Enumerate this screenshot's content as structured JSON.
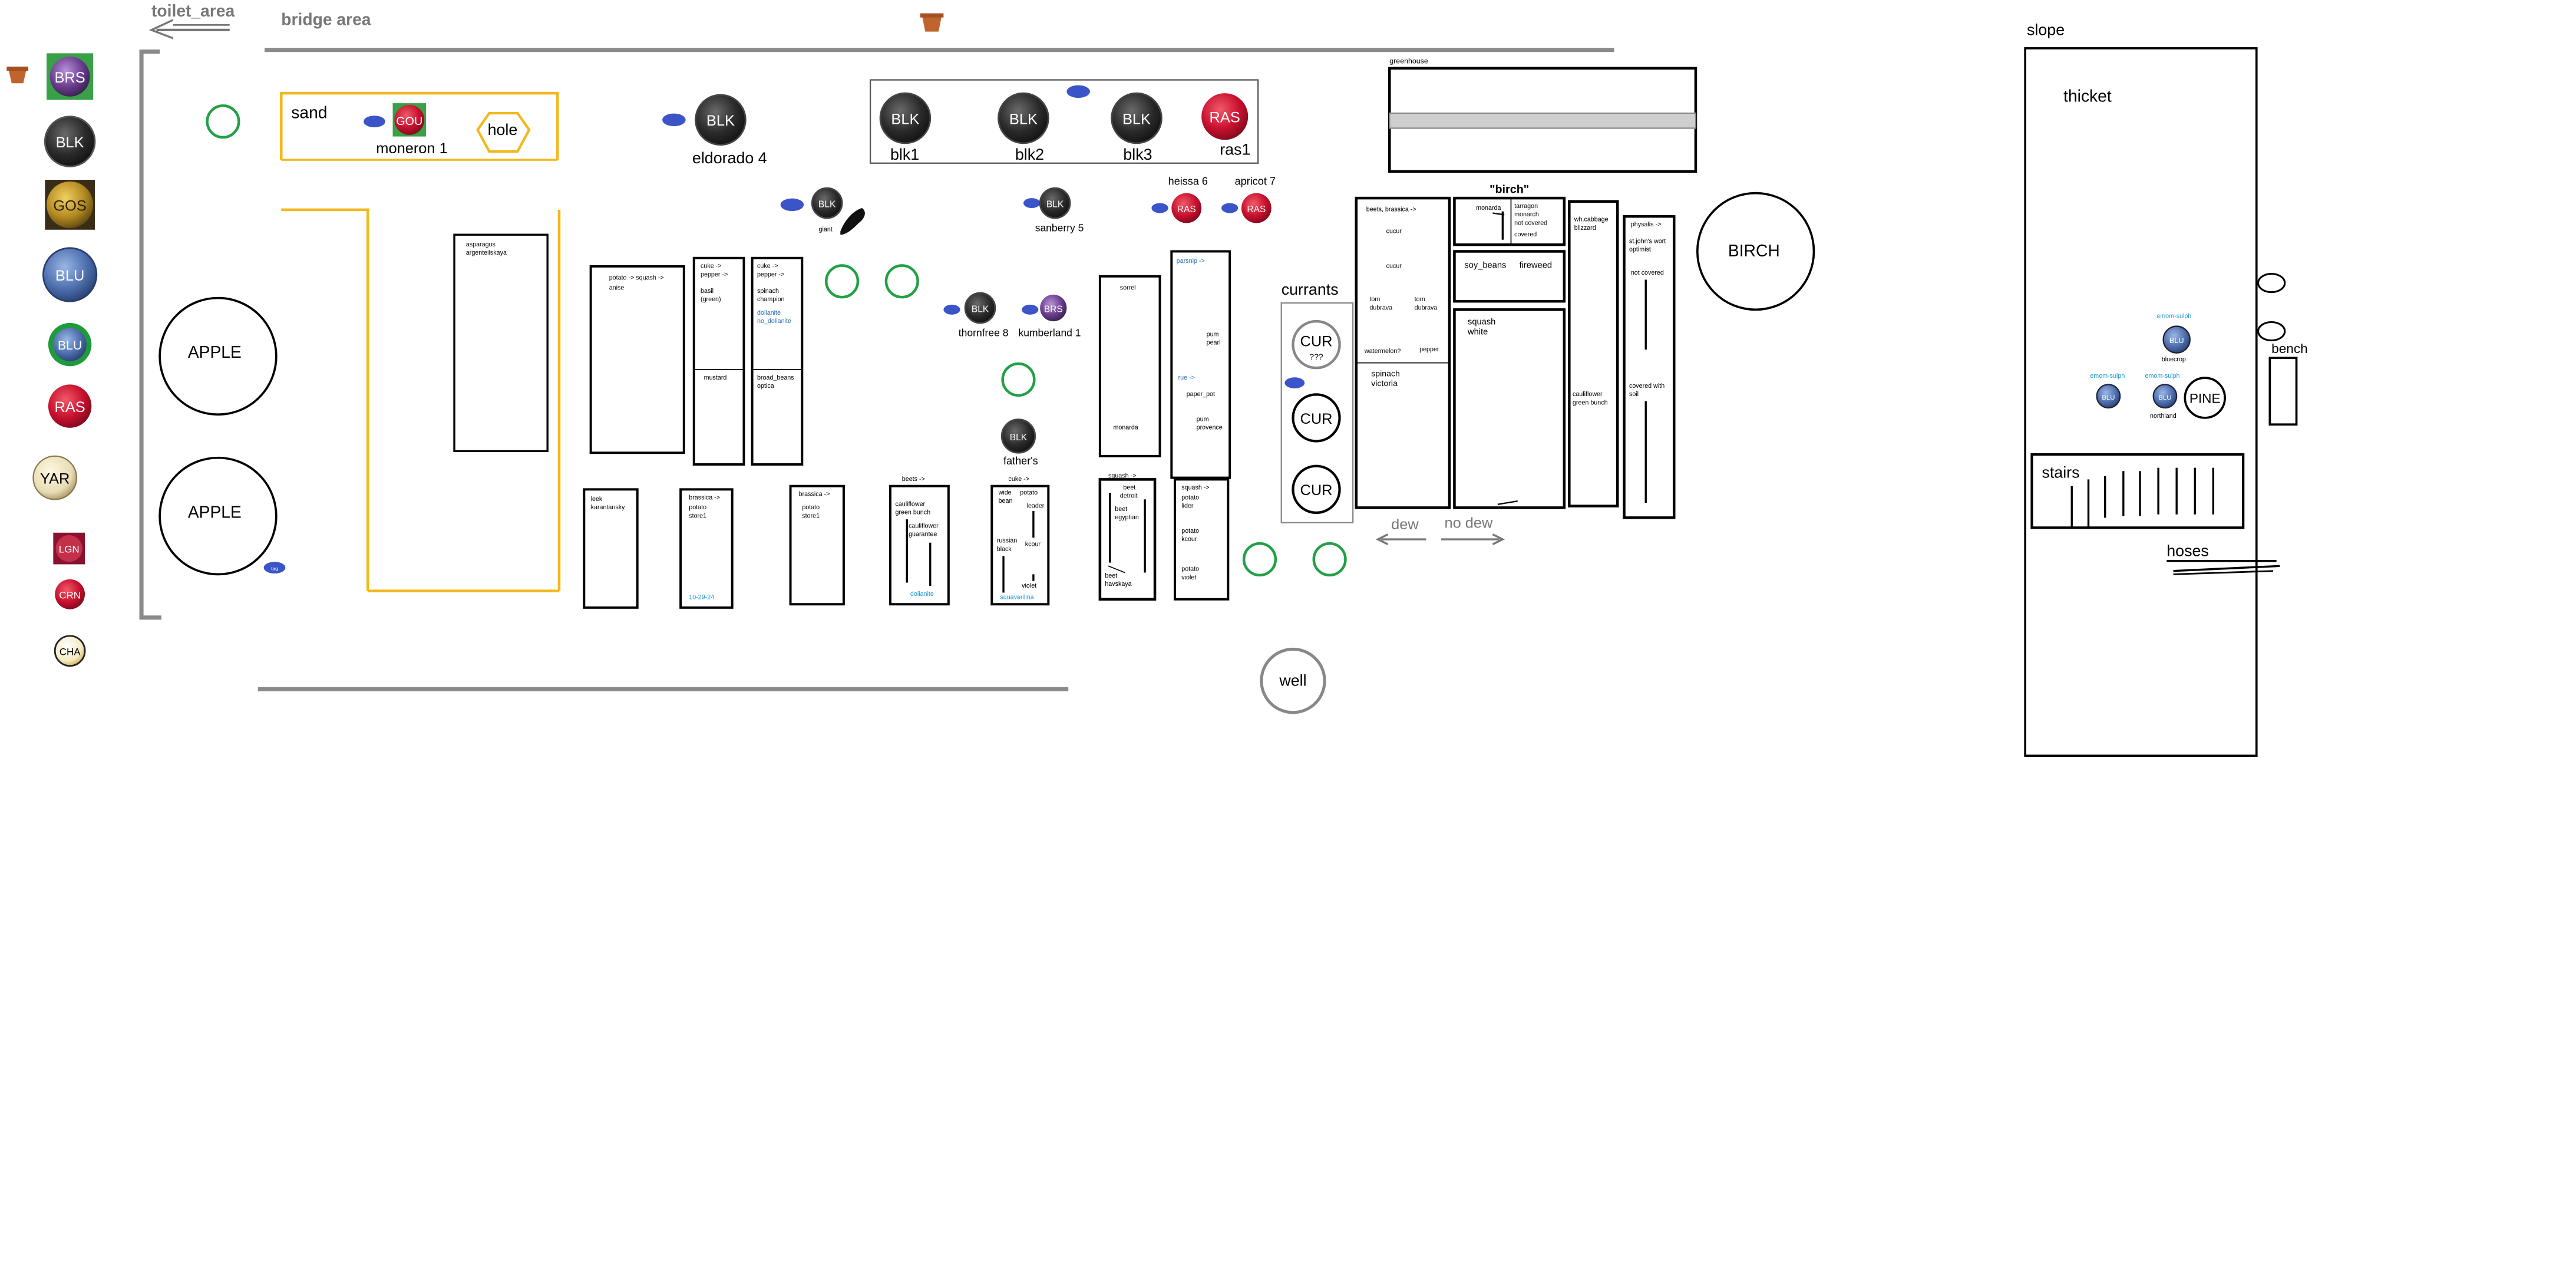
{
  "areas": {
    "toilet_area": "toilet_area",
    "bridge_area": "bridge area",
    "slope": "slope",
    "thicket": "thicket",
    "greenhouse": "greenhouse",
    "sand": "sand",
    "hole": "hole",
    "currants": "currants",
    "birch_quoted": "\"birch\"",
    "birch_tree": "BIRCH",
    "apple": "APPLE",
    "well": "well",
    "stairs": "stairs",
    "hoses": "hoses",
    "bench": "bench",
    "pine": "PINE",
    "dew": "dew",
    "no_dew": "no dew"
  },
  "legend": [
    "BRS",
    "BLK",
    "GOS",
    "BLU",
    "BLU",
    "RAS",
    "YAR",
    "LGN",
    "CRN",
    "CHA"
  ],
  "bushes": {
    "gou": "GOU",
    "blk": "BLK",
    "ras": "RAS",
    "brs": "BRS",
    "cur": "CUR",
    "cur_unknown": "???",
    "tag": "tag"
  },
  "labels": {
    "moneron": "moneron 1",
    "eldorado": "eldorado 4",
    "blk1": "blk1",
    "blk2": "blk2",
    "blk3": "blk3",
    "ras1": "ras1",
    "heissa": "heissa  6",
    "apricot": "apricot  7",
    "giant": "giant",
    "sanberry": "sanberry 5",
    "thornfree": "thornfree  8",
    "kumberland": "kumberland 1",
    "father": "father's",
    "bluecrop": "bluecrop",
    "northland": "northland",
    "emom1": "emom-sulph",
    "emom2": "emom-sulph",
    "emom3": "emom-sulph"
  },
  "beds": {
    "asparagus": [
      "asparagus",
      "argenteilskaya"
    ],
    "potato_squash": [
      "potato -> squash ->",
      "anise"
    ],
    "cuke_pepper_1": [
      "cuke ->",
      "pepper ->",
      "",
      "basil",
      "(green)"
    ],
    "mustard": "mustard",
    "cuke_pepper_2": [
      "cuke ->",
      "pepper ->",
      "",
      "spinach",
      "champion"
    ],
    "dolianite": [
      "dolianite",
      "no_dolianite"
    ],
    "broad_beans": [
      "broad_beans",
      "optica"
    ],
    "sorrel": "sorrel",
    "monarda": "monarda",
    "parsnip": "parsnip ->",
    "pum_pearl": [
      "pum",
      "pearl"
    ],
    "rue": "rue ->",
    "paper_pot": "paper_pot",
    "pum_provence": [
      "pum",
      "provence"
    ],
    "leek": [
      "leek",
      "karantansky"
    ],
    "brassica_1": [
      "brassica ->",
      "",
      "potato",
      "store1"
    ],
    "date_tag": "10-29-24",
    "brassica_2": [
      "brassica ->",
      "",
      "potato",
      "store1"
    ],
    "beets": "beets ->",
    "cauliflower_gb": [
      "cauliflower",
      "green bunch"
    ],
    "cauliflower_guarantee": [
      "cauliflower",
      "guarantee"
    ],
    "dolianite2": "dolianite",
    "cuke_bed": "cuke ->",
    "wide_bean": [
      "wide",
      "bean"
    ],
    "potato_leader": [
      "potato",
      "leader"
    ],
    "russian_black": [
      "russian",
      "black"
    ],
    "kcour": "kcour",
    "violet": "violet",
    "squaverilina": "squaverilina",
    "squash_bed": "squash ->",
    "beet_detroit": [
      "beet",
      "detroit"
    ],
    "beet_egyptian": [
      "beet",
      "egyptian"
    ],
    "beet_havskaya": [
      "beet",
      "havskaya"
    ],
    "squash_potato": [
      "squash ->",
      "potato",
      "lider"
    ],
    "potato_kcour": [
      "potato",
      "kcour"
    ],
    "potato_violet": [
      "potato",
      "violet"
    ],
    "beets_brassica": "beets, brassica ->",
    "cucur1": "cucur",
    "cucur2": "cucur",
    "tom_dubrava1": [
      "tom",
      "dubrava"
    ],
    "tom_dubrava2": [
      "tom",
      "dubrava"
    ],
    "watermelon": "watermelon?",
    "pepper": "pepper",
    "spinach_victoria": [
      "spinach",
      "victoria"
    ],
    "monarda2": "monarda",
    "tarragon": [
      "tarragon",
      "monarch",
      "not covered",
      "covered"
    ],
    "soy_beans": "soy_beans",
    "fireweed": "fireweed",
    "squash_white": [
      "squash",
      "white"
    ],
    "wh_cabbage": [
      "wh.cabbage",
      "blizzard"
    ],
    "cauliflower_gb2": [
      "cauliflower",
      "green bunch"
    ],
    "physalis": "physalis ->",
    "st_johns": [
      "st.john's wort",
      "optimist"
    ],
    "not_covered": "not covered",
    "covered_with_soil": [
      "covered with",
      "soil"
    ]
  },
  "colors": {
    "sand_border": "#f2b81c",
    "circle_green": "#22a046",
    "tag_blue": "#3b55c8",
    "ras_red": "#d6223a",
    "blu_blue": "#5a7cb8",
    "gos_gold": "#b08a2a",
    "path_grey": "#9a9a9a"
  },
  "icons": {
    "pot": "flower-pot-icon",
    "shoe": "shoe-icon",
    "arrow": "left-arrow-icon"
  }
}
